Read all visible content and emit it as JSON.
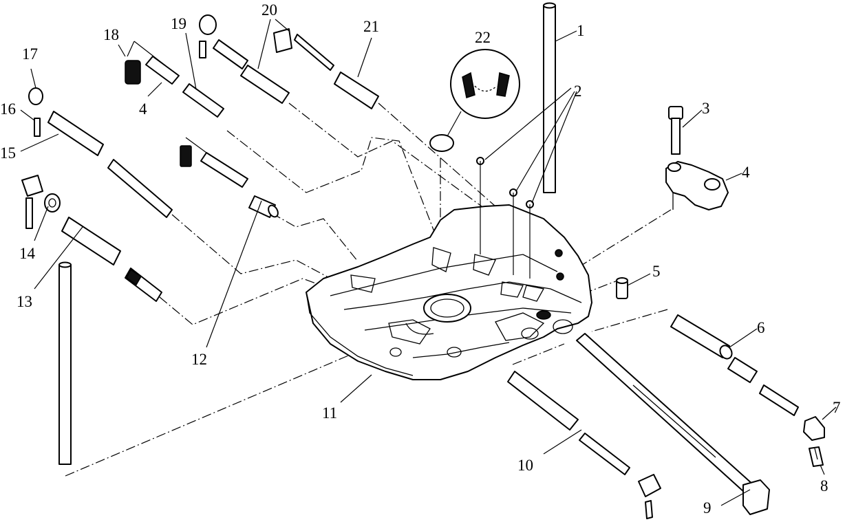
{
  "callouts": [
    "1",
    "2",
    "3",
    "4",
    "4",
    "5",
    "6",
    "7",
    "8",
    "9",
    "10",
    "11",
    "12",
    "13",
    "14",
    "15",
    "16",
    "17",
    "18",
    "19",
    "20",
    "21",
    "22"
  ]
}
